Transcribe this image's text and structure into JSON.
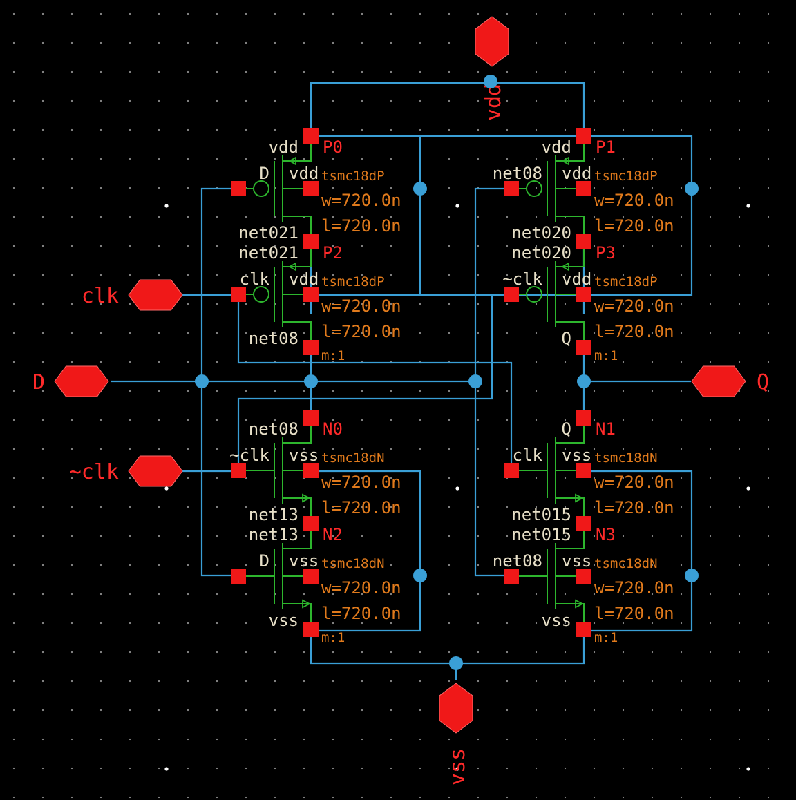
{
  "colors": {
    "background": "#000000",
    "wire": "#3a9fd6",
    "device": "#2db52d",
    "pin": "#f01818",
    "instance_label": "#ff2a2a",
    "param_text": "#e07a1c",
    "net_text": "#e8e0c8",
    "grid_dot": "#b9b9b9"
  },
  "pins": {
    "vdd": "vdd",
    "vss": "vss",
    "D": "D",
    "clk": "clk",
    "nclk": "~clk",
    "Q": "Q"
  },
  "devices": [
    {
      "id": "P0",
      "name": "P0",
      "type": "pmos",
      "model": "tsmc18dP",
      "w": "w=720.0n",
      "l": "l=720.0n",
      "m": "",
      "gate": "D",
      "drain": "vdd",
      "bulk": "vdd",
      "source": "net021"
    },
    {
      "id": "P2",
      "name": "P2",
      "type": "pmos",
      "model": "tsmc18dP",
      "w": "w=720.0n",
      "l": "l=720.0n",
      "m": "m:1",
      "gate": "clk",
      "drain": "net021",
      "bulk": "vdd",
      "source": "net08"
    },
    {
      "id": "P1",
      "name": "P1",
      "type": "pmos",
      "model": "tsmc18dP",
      "w": "w=720.0n",
      "l": "l=720.0n",
      "m": "",
      "gate": "net08",
      "drain": "vdd",
      "bulk": "vdd",
      "source": "net020"
    },
    {
      "id": "P3",
      "name": "P3",
      "type": "pmos",
      "model": "tsmc18dP",
      "w": "w=720.0n",
      "l": "l=720.0n",
      "m": "m:1",
      "gate": "~clk",
      "drain": "net020",
      "bulk": "vdd",
      "source": "Q"
    },
    {
      "id": "N0",
      "name": "N0",
      "type": "nmos",
      "model": "tsmc18dN",
      "w": "w=720.0n",
      "l": "l=720.0n",
      "m": "",
      "gate": "~clk",
      "drain": "net08",
      "bulk": "vss",
      "source": "net13"
    },
    {
      "id": "N2",
      "name": "N2",
      "type": "nmos",
      "model": "tsmc18dN",
      "w": "w=720.0n",
      "l": "l=720.0n",
      "m": "m:1",
      "gate": "D",
      "drain": "net13",
      "bulk": "vss",
      "source": "vss"
    },
    {
      "id": "N1",
      "name": "N1",
      "type": "nmos",
      "model": "tsmc18dN",
      "w": "w=720.0n",
      "l": "l=720.0n",
      "m": "",
      "gate": "clk",
      "drain": "Q",
      "bulk": "vss",
      "source": "net015"
    },
    {
      "id": "N3",
      "name": "N3",
      "type": "nmos",
      "model": "tsmc18dN",
      "w": "w=720.0n",
      "l": "l=720.0n",
      "m": "m:1",
      "gate": "net08",
      "drain": "net015",
      "bulk": "vss",
      "source": "vss"
    }
  ]
}
